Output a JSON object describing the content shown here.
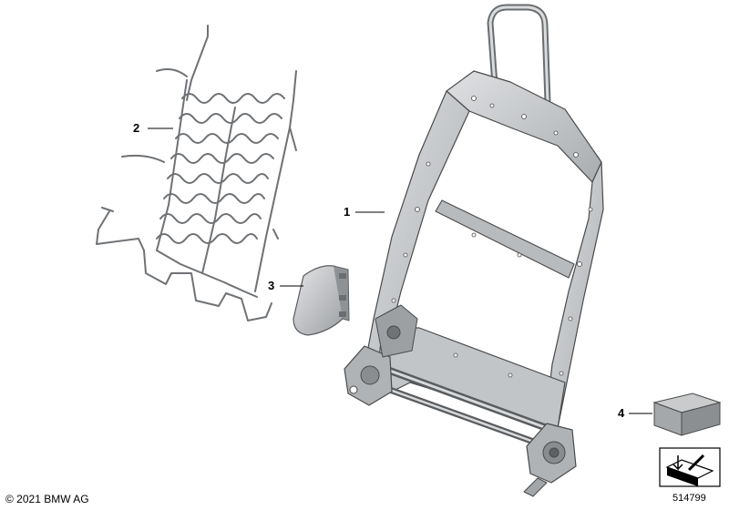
{
  "callouts": {
    "frame": "1",
    "spring_mat": "2",
    "cover": "3",
    "repair_kit": "4"
  },
  "footer": {
    "copyright": "© 2021 BMW AG",
    "doc_number": "514799"
  },
  "colors": {
    "frame_fill": "#c8cacc",
    "frame_stroke": "#4a4a4a",
    "wire": "#6f7275",
    "box_top": "#b9bbbd",
    "box_side": "#8e9093"
  }
}
